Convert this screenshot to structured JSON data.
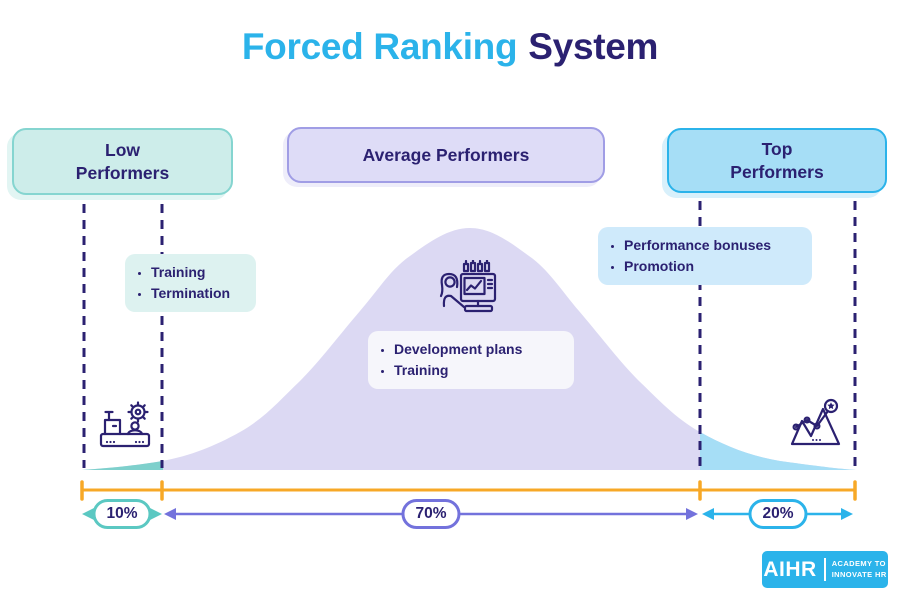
{
  "title": {
    "highlight": "Forced Ranking",
    "rest": "System"
  },
  "categories": {
    "low": {
      "label_line1": "Low",
      "label_line2": "Performers",
      "actions": [
        "Training",
        "Termination"
      ],
      "percent": "10%"
    },
    "average": {
      "label": "Average Performers",
      "actions": [
        "Development plans",
        "Training"
      ],
      "percent": "70%"
    },
    "top": {
      "label_line1": "Top",
      "label_line2": "Performers",
      "actions": [
        "Performance bonuses",
        "Promotion"
      ],
      "percent": "20%"
    }
  },
  "distribution": {
    "type": "bell-curve",
    "segments": [
      {
        "group": "Low Performers",
        "share": "10%"
      },
      {
        "group": "Average Performers",
        "share": "70%"
      },
      {
        "group": "Top Performers",
        "share": "20%"
      }
    ]
  },
  "colors": {
    "title_highlight": "#2BB3EA",
    "navy": "#2B2171",
    "low_teal": "#5BC8C2",
    "low_box_fill": "#CDEDEA",
    "average_purple": "#7372DC",
    "average_box_fill": "#DEDCF7",
    "curve_lavender": "#DCD9F3",
    "top_blue": "#2BB3EA",
    "top_box_fill": "#A6DEF6",
    "rail_orange": "#F7A827"
  },
  "logo": {
    "brand": "AIHR",
    "tagline_line1": "ACADEMY TO",
    "tagline_line2": "INNOVATE HR"
  }
}
